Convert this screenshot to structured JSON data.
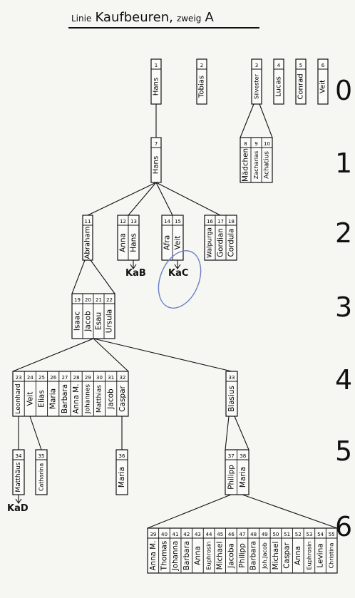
{
  "title": {
    "prefix": "Linie",
    "main": "Kaufbeuren",
    "sep": ",",
    "branch_prefix": "zweig",
    "branch": "A"
  },
  "generations": [
    "0",
    "1",
    "2",
    "3",
    "4",
    "5",
    "6"
  ],
  "refs": {
    "kab": "KaB",
    "kac": "KaC",
    "kad": "KaD"
  },
  "persons": [
    {
      "id": "p1",
      "num": "1",
      "name": "Hans"
    },
    {
      "id": "p2",
      "num": "2",
      "name": "Tobias"
    },
    {
      "id": "p3",
      "num": "3",
      "name": "Silvester"
    },
    {
      "id": "p4",
      "num": "4",
      "name": "Lucas"
    },
    {
      "id": "p5",
      "num": "5",
      "name": "Conrad"
    },
    {
      "id": "p6",
      "num": "6",
      "name": "Veit"
    },
    {
      "id": "p7",
      "num": "7",
      "name": "Hans"
    },
    {
      "id": "p8",
      "num": "8",
      "name": "Mädchen"
    },
    {
      "id": "p9",
      "num": "9",
      "name": "Zacharias"
    },
    {
      "id": "p10",
      "num": "10",
      "name": "Achatius"
    },
    {
      "id": "p11",
      "num": "11",
      "name": "Abraham"
    },
    {
      "id": "p12",
      "num": "12",
      "name": "Anna"
    },
    {
      "id": "p13",
      "num": "13",
      "name": "Hans"
    },
    {
      "id": "p14",
      "num": "14",
      "name": "Afra"
    },
    {
      "id": "p15",
      "num": "15",
      "name": "Veit"
    },
    {
      "id": "p16",
      "num": "16",
      "name": "Walpurga"
    },
    {
      "id": "p17",
      "num": "17",
      "name": "Gordian"
    },
    {
      "id": "p18",
      "num": "18",
      "name": "Cordula"
    },
    {
      "id": "p19",
      "num": "19",
      "name": "Isaac"
    },
    {
      "id": "p20",
      "num": "20",
      "name": "Jacob"
    },
    {
      "id": "p21",
      "num": "21",
      "name": "Esau"
    },
    {
      "id": "p22",
      "num": "22",
      "name": "Ursula"
    },
    {
      "id": "p23",
      "num": "23",
      "name": "Leonhard"
    },
    {
      "id": "p24",
      "num": "24",
      "name": "Veit"
    },
    {
      "id": "p25",
      "num": "25",
      "name": "Elias"
    },
    {
      "id": "p26",
      "num": "26",
      "name": "Maria"
    },
    {
      "id": "p27",
      "num": "27",
      "name": "Barbara"
    },
    {
      "id": "p28",
      "num": "28",
      "name": "Anna M."
    },
    {
      "id": "p29",
      "num": "29",
      "name": "Johannes"
    },
    {
      "id": "p30",
      "num": "30",
      "name": "Matthias"
    },
    {
      "id": "p31",
      "num": "31",
      "name": "Jacob"
    },
    {
      "id": "p32",
      "num": "32",
      "name": "Caspar"
    },
    {
      "id": "p33",
      "num": "33",
      "name": "Blasius"
    },
    {
      "id": "p34",
      "num": "34",
      "name": "Matthäus"
    },
    {
      "id": "p35",
      "num": "35",
      "name": "Catharina"
    },
    {
      "id": "p36",
      "num": "36",
      "name": "Maria"
    },
    {
      "id": "p37",
      "num": "37",
      "name": "Philipp"
    },
    {
      "id": "p38",
      "num": "38",
      "name": "Maria"
    },
    {
      "id": "p39",
      "num": "39",
      "name": "Anna M."
    },
    {
      "id": "p40",
      "num": "40",
      "name": "Thomas"
    },
    {
      "id": "p41",
      "num": "41",
      "name": "Johanna"
    },
    {
      "id": "p42",
      "num": "42",
      "name": "Barbara"
    },
    {
      "id": "p43",
      "num": "43",
      "name": "Anna"
    },
    {
      "id": "p44",
      "num": "44",
      "name": "Euphrosin"
    },
    {
      "id": "p45",
      "num": "45",
      "name": "Michael"
    },
    {
      "id": "p46",
      "num": "46",
      "name": "Jacoba"
    },
    {
      "id": "p47",
      "num": "47",
      "name": "Philipp"
    },
    {
      "id": "p48",
      "num": "48",
      "name": "Barbara"
    },
    {
      "id": "p49",
      "num": "49",
      "name": "Joh.Jacob"
    },
    {
      "id": "p50",
      "num": "50",
      "name": "Michael"
    },
    {
      "id": "p51",
      "num": "51",
      "name": "Caspar"
    },
    {
      "id": "p52",
      "num": "52",
      "name": "Anna"
    },
    {
      "id": "p53",
      "num": "53",
      "name": "Euphrosin"
    },
    {
      "id": "p54",
      "num": "54",
      "name": "Levina"
    },
    {
      "id": "p55",
      "num": "55",
      "name": "Christina"
    }
  ]
}
